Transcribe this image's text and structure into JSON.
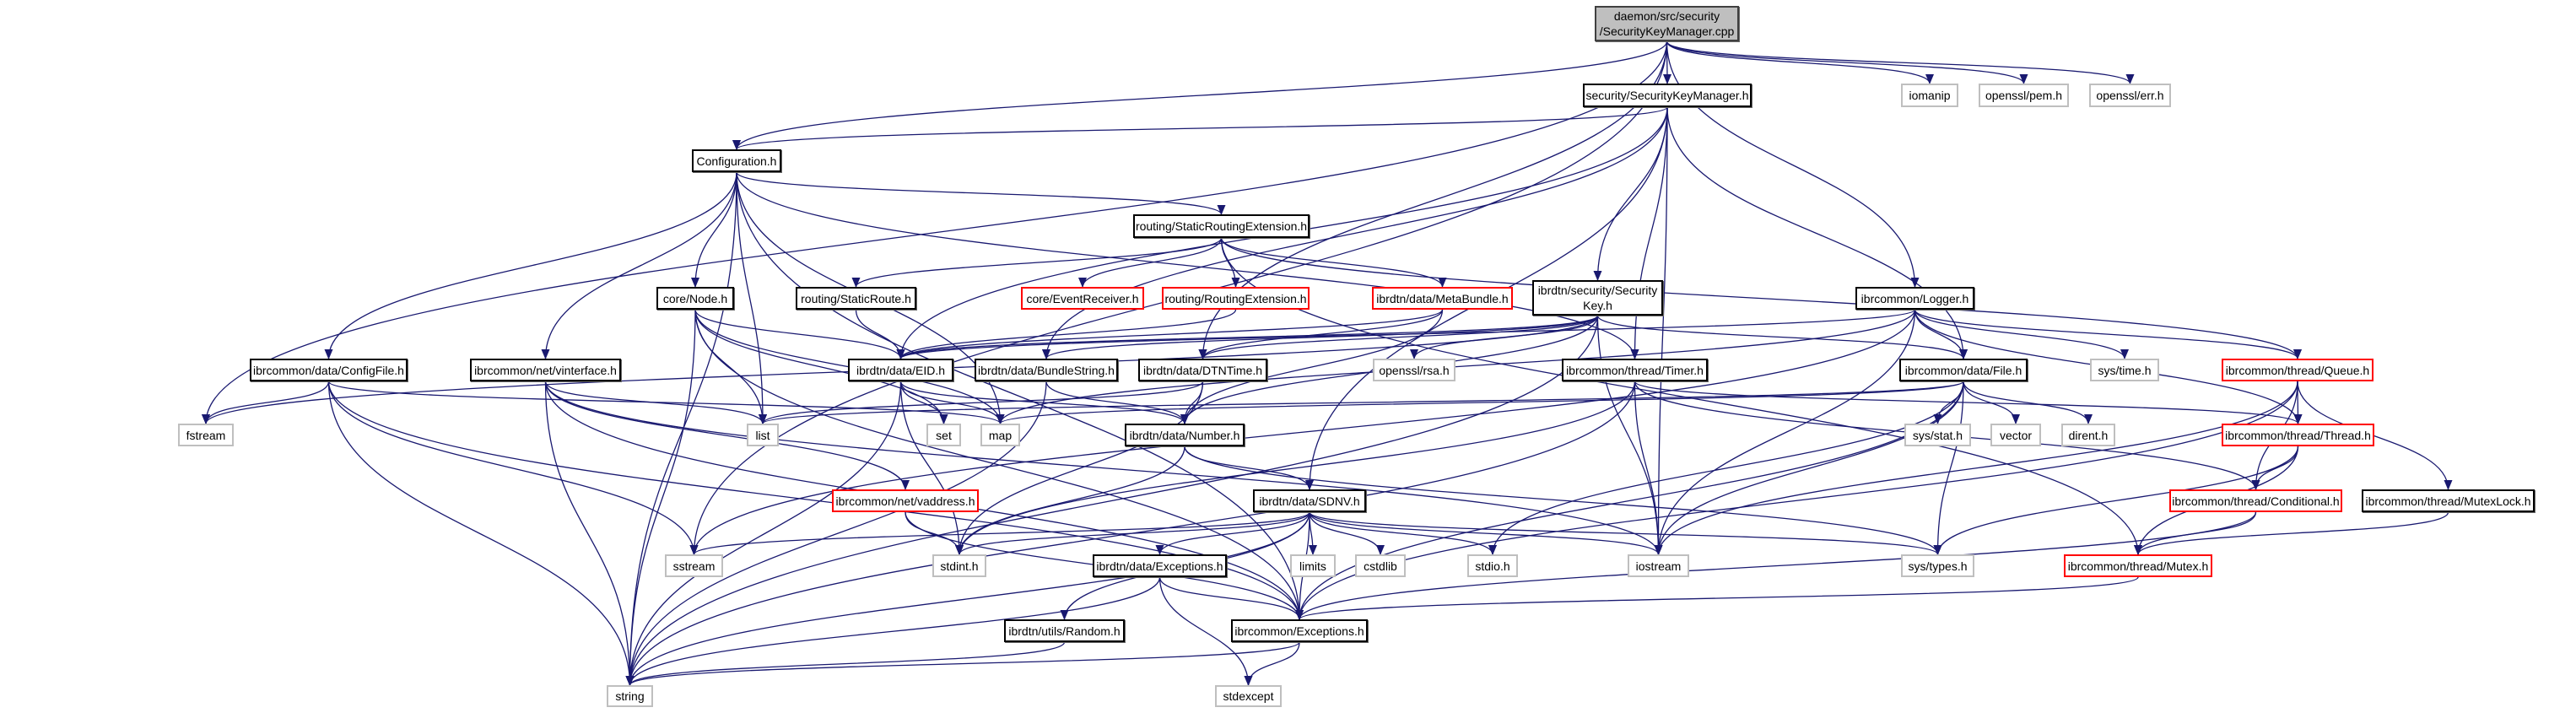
{
  "colors": {
    "edge": "#191970",
    "root_fill": "#bfbfbf",
    "local_border": "#000000",
    "truncated_border": "#ff0000",
    "external_border": "#bfbfbf"
  },
  "nodes": [
    {
      "id": "main",
      "label": "daemon/src/security\n/SecurityKeyManager.cpp",
      "kind": "root"
    },
    {
      "id": "skm_h",
      "label": "security/SecurityKeyManager.h",
      "kind": "local"
    },
    {
      "id": "iomanip",
      "label": "iomanip",
      "kind": "external"
    },
    {
      "id": "pem",
      "label": "openssl/pem.h",
      "kind": "external"
    },
    {
      "id": "err",
      "label": "openssl/err.h",
      "kind": "external"
    },
    {
      "id": "config",
      "label": "Configuration.h",
      "kind": "local"
    },
    {
      "id": "sre",
      "label": "routing/StaticRoutingExtension.h",
      "kind": "local"
    },
    {
      "id": "node",
      "label": "core/Node.h",
      "kind": "local"
    },
    {
      "id": "sroute",
      "label": "routing/StaticRoute.h",
      "kind": "local"
    },
    {
      "id": "evr",
      "label": "core/EventReceiver.h",
      "kind": "truncated"
    },
    {
      "id": "rext",
      "label": "routing/RoutingExtension.h",
      "kind": "truncated"
    },
    {
      "id": "meta",
      "label": "ibrdtn/data/MetaBundle.h",
      "kind": "truncated"
    },
    {
      "id": "seckey",
      "label": "ibrdtn/security/Security\nKey.h",
      "kind": "local"
    },
    {
      "id": "logger",
      "label": "ibrcommon/Logger.h",
      "kind": "local"
    },
    {
      "id": "cfgfile",
      "label": "ibrcommon/data/ConfigFile.h",
      "kind": "local"
    },
    {
      "id": "vif",
      "label": "ibrcommon/net/vinterface.h",
      "kind": "local"
    },
    {
      "id": "eid",
      "label": "ibrdtn/data/EID.h",
      "kind": "local"
    },
    {
      "id": "bstr",
      "label": "ibrdtn/data/BundleString.h",
      "kind": "local"
    },
    {
      "id": "dtnt",
      "label": "ibrdtn/data/DTNTime.h",
      "kind": "local"
    },
    {
      "id": "rsa",
      "label": "openssl/rsa.h",
      "kind": "external"
    },
    {
      "id": "timer",
      "label": "ibrcommon/thread/Timer.h",
      "kind": "local"
    },
    {
      "id": "file",
      "label": "ibrcommon/data/File.h",
      "kind": "local"
    },
    {
      "id": "systime",
      "label": "sys/time.h",
      "kind": "external"
    },
    {
      "id": "queue",
      "label": "ibrcommon/thread/Queue.h",
      "kind": "truncated"
    },
    {
      "id": "fstream",
      "label": "fstream",
      "kind": "external"
    },
    {
      "id": "list",
      "label": "list",
      "kind": "external"
    },
    {
      "id": "set",
      "label": "set",
      "kind": "external"
    },
    {
      "id": "map",
      "label": "map",
      "kind": "external"
    },
    {
      "id": "number",
      "label": "ibrdtn/data/Number.h",
      "kind": "local"
    },
    {
      "id": "sysstat",
      "label": "sys/stat.h",
      "kind": "external"
    },
    {
      "id": "vector",
      "label": "vector",
      "kind": "external"
    },
    {
      "id": "dirent",
      "label": "dirent.h",
      "kind": "external"
    },
    {
      "id": "thread",
      "label": "ibrcommon/thread/Thread.h",
      "kind": "truncated"
    },
    {
      "id": "vaddr",
      "label": "ibrcommon/net/vaddress.h",
      "kind": "truncated"
    },
    {
      "id": "sdnv",
      "label": "ibrdtn/data/SDNV.h",
      "kind": "local"
    },
    {
      "id": "cond",
      "label": "ibrcommon/thread/Conditional.h",
      "kind": "truncated"
    },
    {
      "id": "mutexlock",
      "label": "ibrcommon/thread/MutexLock.h",
      "kind": "local"
    },
    {
      "id": "sstream",
      "label": "sstream",
      "kind": "external"
    },
    {
      "id": "stdint",
      "label": "stdint.h",
      "kind": "external"
    },
    {
      "id": "dexc",
      "label": "ibrdtn/data/Exceptions.h",
      "kind": "local"
    },
    {
      "id": "limits",
      "label": "limits",
      "kind": "external"
    },
    {
      "id": "cstdlib",
      "label": "cstdlib",
      "kind": "external"
    },
    {
      "id": "stdio",
      "label": "stdio.h",
      "kind": "external"
    },
    {
      "id": "iostream",
      "label": "iostream",
      "kind": "external"
    },
    {
      "id": "systypes",
      "label": "sys/types.h",
      "kind": "external"
    },
    {
      "id": "mutex",
      "label": "ibrcommon/thread/Mutex.h",
      "kind": "truncated"
    },
    {
      "id": "random",
      "label": "ibrdtn/utils/Random.h",
      "kind": "local"
    },
    {
      "id": "cexc",
      "label": "ibrcommon/Exceptions.h",
      "kind": "local"
    },
    {
      "id": "string",
      "label": "string",
      "kind": "external"
    },
    {
      "id": "stdexcept",
      "label": "stdexcept",
      "kind": "external"
    }
  ],
  "edges": [
    [
      "main",
      "skm_h"
    ],
    [
      "main",
      "config"
    ],
    [
      "main",
      "logger"
    ],
    [
      "main",
      "iomanip"
    ],
    [
      "main",
      "pem"
    ],
    [
      "main",
      "err"
    ],
    [
      "main",
      "fstream"
    ],
    [
      "main",
      "sstream"
    ],
    [
      "main",
      "dtnt"
    ],
    [
      "skm_h",
      "config"
    ],
    [
      "skm_h",
      "eid"
    ],
    [
      "skm_h",
      "bstr"
    ],
    [
      "skm_h",
      "seckey"
    ],
    [
      "skm_h",
      "file"
    ],
    [
      "skm_h",
      "iostream"
    ],
    [
      "skm_h",
      "sdnv"
    ],
    [
      "skm_h",
      "timer"
    ],
    [
      "config",
      "cfgfile"
    ],
    [
      "config",
      "vif"
    ],
    [
      "config",
      "node"
    ],
    [
      "config",
      "list"
    ],
    [
      "config",
      "map"
    ],
    [
      "config",
      "sre"
    ],
    [
      "config",
      "timer"
    ],
    [
      "config",
      "cexc"
    ],
    [
      "config",
      "string"
    ],
    [
      "sre",
      "sroute"
    ],
    [
      "sre",
      "evr"
    ],
    [
      "sre",
      "rext"
    ],
    [
      "sre",
      "meta"
    ],
    [
      "sre",
      "queue"
    ],
    [
      "sre",
      "mutex"
    ],
    [
      "node",
      "eid"
    ],
    [
      "node",
      "list"
    ],
    [
      "node",
      "set"
    ],
    [
      "node",
      "map"
    ],
    [
      "node",
      "string"
    ],
    [
      "node",
      "cexc"
    ],
    [
      "sroute",
      "eid"
    ],
    [
      "rext",
      "eid"
    ],
    [
      "meta",
      "eid"
    ],
    [
      "meta",
      "dtnt"
    ],
    [
      "meta",
      "number"
    ],
    [
      "seckey",
      "eid"
    ],
    [
      "seckey",
      "number"
    ],
    [
      "seckey",
      "dtnt"
    ],
    [
      "seckey",
      "bstr"
    ],
    [
      "seckey",
      "file"
    ],
    [
      "seckey",
      "rsa"
    ],
    [
      "seckey",
      "iostream"
    ],
    [
      "seckey",
      "fstream"
    ],
    [
      "seckey",
      "string"
    ],
    [
      "logger",
      "file"
    ],
    [
      "logger",
      "sstream"
    ],
    [
      "logger",
      "iostream"
    ],
    [
      "logger",
      "thread"
    ],
    [
      "logger",
      "queue"
    ],
    [
      "logger",
      "systime"
    ],
    [
      "logger",
      "map"
    ],
    [
      "logger",
      "eid"
    ],
    [
      "cfgfile",
      "fstream"
    ],
    [
      "cfgfile",
      "string"
    ],
    [
      "cfgfile",
      "sstream"
    ],
    [
      "cfgfile",
      "map"
    ],
    [
      "cfgfile",
      "cexc"
    ],
    [
      "vif",
      "string"
    ],
    [
      "vif",
      "list"
    ],
    [
      "vif",
      "vaddr"
    ],
    [
      "vif",
      "iostream"
    ],
    [
      "vif",
      "cexc"
    ],
    [
      "eid",
      "string"
    ],
    [
      "eid",
      "map"
    ],
    [
      "eid",
      "set"
    ],
    [
      "eid",
      "number"
    ],
    [
      "eid",
      "stdint"
    ],
    [
      "bstr",
      "number"
    ],
    [
      "bstr",
      "string"
    ],
    [
      "dtnt",
      "number"
    ],
    [
      "dtnt",
      "stdint"
    ],
    [
      "dtnt",
      "list"
    ],
    [
      "timer",
      "thread"
    ],
    [
      "timer",
      "cond"
    ],
    [
      "timer",
      "iostream"
    ],
    [
      "timer",
      "stdint"
    ],
    [
      "timer",
      "string"
    ],
    [
      "number",
      "sdnv"
    ],
    [
      "number",
      "stdint"
    ],
    [
      "number",
      "systypes"
    ],
    [
      "vaddr",
      "stdint"
    ],
    [
      "vaddr",
      "cexc"
    ],
    [
      "sdnv",
      "dexc"
    ],
    [
      "sdnv",
      "random"
    ],
    [
      "sdnv",
      "limits"
    ],
    [
      "sdnv",
      "cstdlib"
    ],
    [
      "sdnv",
      "stdio"
    ],
    [
      "sdnv",
      "iostream"
    ],
    [
      "sdnv",
      "systypes"
    ],
    [
      "sdnv",
      "sstream"
    ],
    [
      "sdnv",
      "stdint"
    ],
    [
      "sdnv",
      "string"
    ],
    [
      "sdnv",
      "cexc"
    ],
    [
      "dexc",
      "cexc"
    ],
    [
      "dexc",
      "stdexcept"
    ],
    [
      "dexc",
      "string"
    ],
    [
      "random",
      "string"
    ],
    [
      "cexc",
      "stdexcept"
    ],
    [
      "cexc",
      "string"
    ],
    [
      "file",
      "sysstat"
    ],
    [
      "file",
      "vector"
    ],
    [
      "file",
      "dirent"
    ],
    [
      "file",
      "systypes"
    ],
    [
      "file",
      "list"
    ],
    [
      "file",
      "map"
    ],
    [
      "file",
      "iostream"
    ],
    [
      "file",
      "stdio"
    ],
    [
      "file",
      "cexc"
    ],
    [
      "queue",
      "thread"
    ],
    [
      "queue",
      "cond"
    ],
    [
      "queue",
      "mutexlock"
    ],
    [
      "queue",
      "cexc"
    ],
    [
      "queue",
      "iostream"
    ],
    [
      "thread",
      "cond"
    ],
    [
      "thread",
      "mutex"
    ],
    [
      "thread",
      "systypes"
    ],
    [
      "cond",
      "mutex"
    ],
    [
      "cond",
      "cexc"
    ],
    [
      "mutexlock",
      "mutex"
    ],
    [
      "mutex",
      "cexc"
    ]
  ]
}
